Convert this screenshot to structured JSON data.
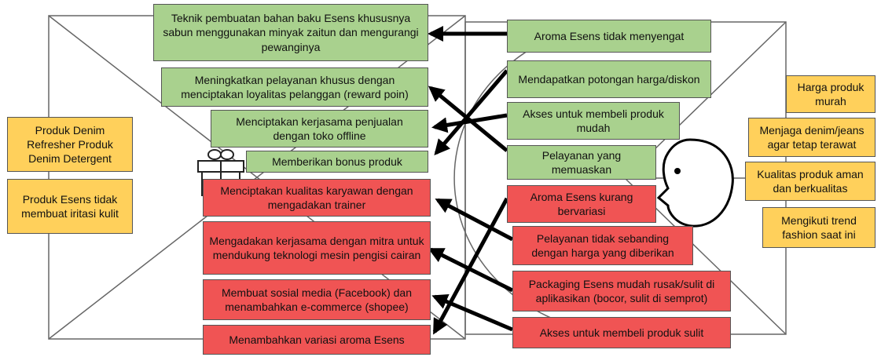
{
  "colors": {
    "green": "#a9d18e",
    "red": "#f05454",
    "yellow": "#ffd05b",
    "arrow": "#000000"
  },
  "icons": {
    "gift": "gift-icon",
    "face": "face-icon"
  },
  "left": {
    "products": "Produk Denim Refresher Produk Denim Detergent",
    "no_irritation": "Produk Esens tidak membuat iritasi kulit"
  },
  "solutions_green": [
    "Teknik pembuatan bahan baku Esens khususnya sabun menggunakan minyak zaitun dan mengurangi pewanginya",
    "Meningkatkan pelayanan khusus dengan menciptakan loyalitas pelanggan (reward poin)",
    "Menciptakan kerjasama penjualan dengan toko offline",
    "Memberikan bonus produk"
  ],
  "solutions_red": [
    "Menciptakan kualitas karyawan dengan mengadakan trainer",
    "Mengadakan kerjasama dengan mitra untuk mendukung teknologi mesin pengisi cairan",
    "Membuat sosial media (Facebook) dan menambahkan e-commerce (shopee)",
    "Menambahkan variasi aroma Esens"
  ],
  "gains_green": [
    "Aroma Esens tidak menyengat",
    "Mendapatkan potongan harga/diskon",
    "Akses untuk membeli produk mudah",
    "Pelayanan yang memuaskan"
  ],
  "pains_red": [
    "Aroma Esens kurang bervariasi",
    "Pelayanan tidak sebanding dengan harga yang diberikan",
    "Packaging Esens mudah rusak/sulit di aplikasikan (bocor, sulit di semprot)",
    "Akses untuk membeli produk sulit"
  ],
  "jobs_yellow": [
    "Harga produk murah",
    "Menjaga denim/jeans agar tetap terawat",
    "Kualitas produk aman dan berkualitas",
    "Mengikuti trend fashion saat ini"
  ]
}
